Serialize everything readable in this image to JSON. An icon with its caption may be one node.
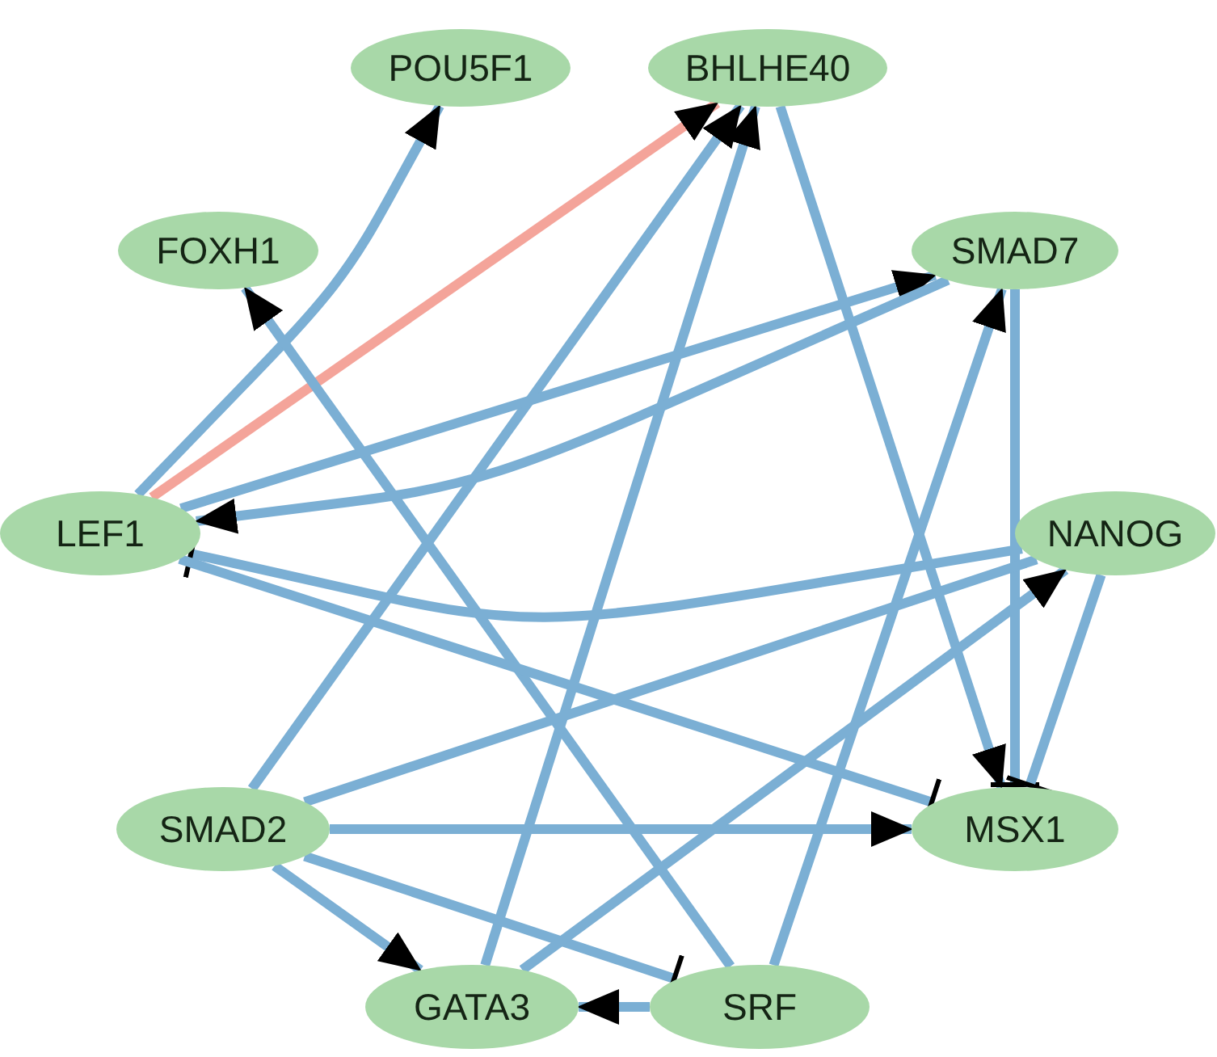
{
  "diagram": {
    "nodes": [
      {
        "text": [
          "POU5F1"
        ]
      },
      {
        "text": [
          "BHLHE40"
        ]
      },
      {
        "text": [
          "FOXH1"
        ]
      },
      {
        "text": [
          "SMAD7"
        ]
      },
      {
        "text": [
          "LEF1"
        ]
      },
      {
        "text": [
          "NANOG"
        ]
      },
      {
        "text": [
          "SMAD2"
        ]
      },
      {
        "text": [
          "MSX1"
        ]
      },
      {
        "text": [
          "GATA3"
        ]
      },
      {
        "text": [
          "SRF"
        ]
      }
    ],
    "edges": [
      {
        "from": 4,
        "to": 0,
        "arrow": "to"
      },
      {
        "from": 4,
        "to": 1,
        "arrow": "to",
        "color": "#f4a49a"
      },
      {
        "from": 9,
        "to": 2,
        "arrow": "to"
      },
      {
        "from": 6,
        "to": 1,
        "arrow": "to"
      },
      {
        "from": 8,
        "to": 1,
        "arrow": "to"
      },
      {
        "from": 4,
        "to": 3,
        "arrow": "to"
      },
      {
        "from": 3,
        "to": 4,
        "arrow": "to"
      },
      {
        "from": 5,
        "to": 4,
        "arrow": "other"
      },
      {
        "from": 1,
        "to": 7,
        "arrow": "to"
      },
      {
        "from": 9,
        "to": 3,
        "arrow": "to"
      },
      {
        "from": 3,
        "to": 7,
        "arrow": "other"
      },
      {
        "from": 5,
        "to": 7,
        "arrow": "other"
      },
      {
        "from": 4,
        "to": 7,
        "arrow": "other"
      },
      {
        "from": 6,
        "to": 7,
        "arrow": "to"
      },
      {
        "from": 6,
        "to": 8,
        "arrow": "to"
      },
      {
        "from": 6,
        "to": 9,
        "arrow": "other"
      },
      {
        "from": 9,
        "to": 8,
        "arrow": "to"
      },
      {
        "from": 6,
        "to": 5,
        "arrow": "none"
      },
      {
        "from": 8,
        "to": 5,
        "arrow": "to"
      }
    ]
  }
}
